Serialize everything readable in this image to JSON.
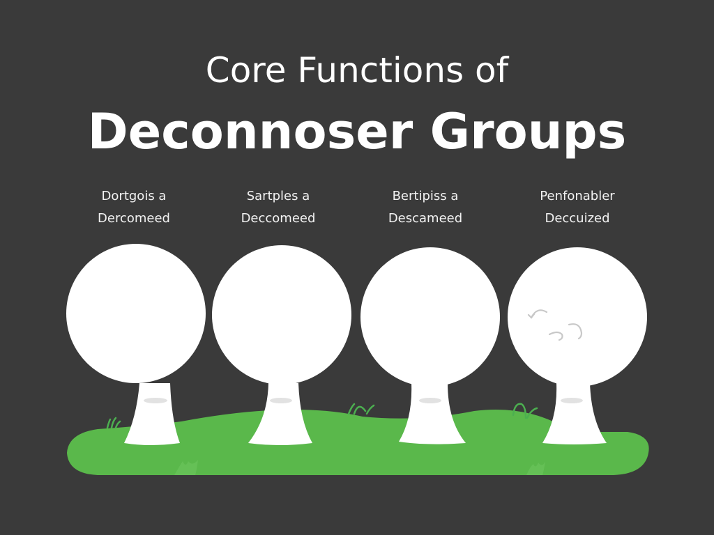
{
  "title": {
    "line1": "Core Functions of",
    "line2": "Deconnoser Groups"
  },
  "groups": [
    {
      "line1": "Dortgois a",
      "line2": "Dercomeed"
    },
    {
      "line1": "Sartples a",
      "line2": "Deccomeed"
    },
    {
      "line1": "Bertipiss a",
      "line2": "Descameed"
    },
    {
      "line1": "Penfonabler",
      "line2": "Deccuized"
    }
  ],
  "colors": {
    "background": "#3a3a3a",
    "tree": "#ffffff",
    "ground": "#5ab84b",
    "grass_blade": "#4caf50",
    "knot": "#e2e2e2",
    "arrow_marks": "#c8c8c8"
  },
  "icons": {
    "tree": "white-round-tree",
    "ground": "green-hill",
    "cycle_arrows": "curved-arrows"
  }
}
